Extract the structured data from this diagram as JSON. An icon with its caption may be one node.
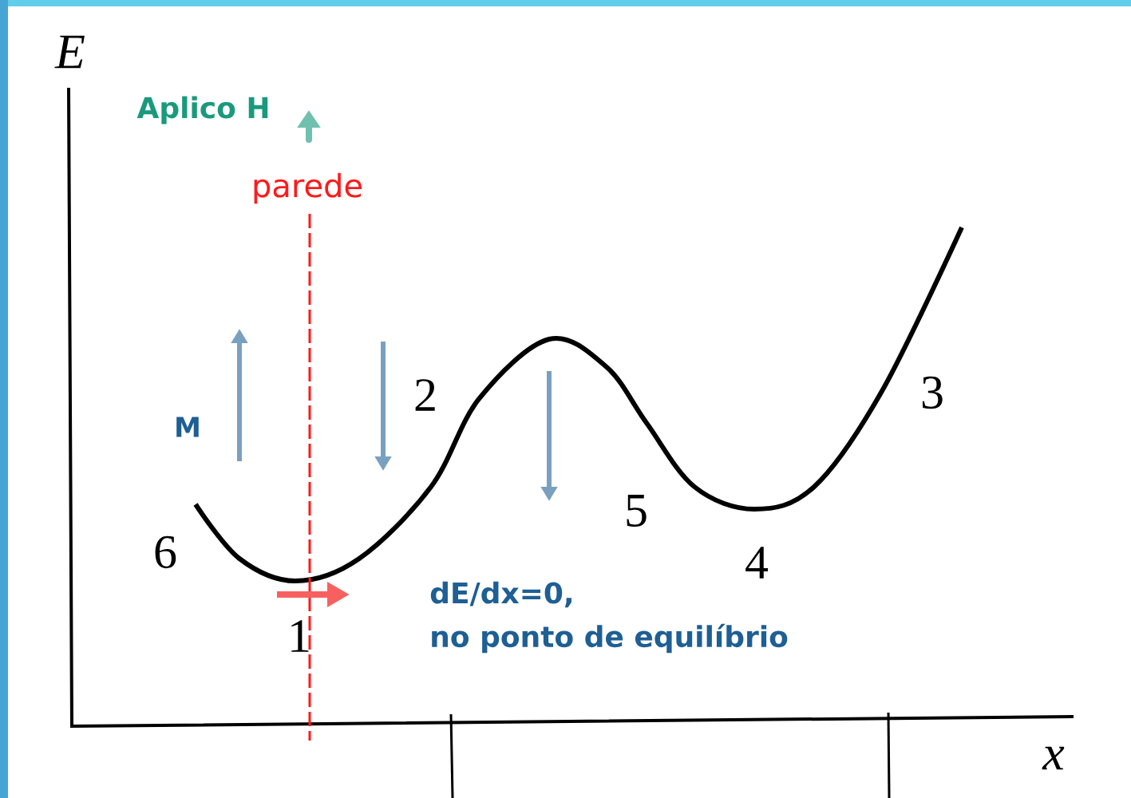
{
  "diagram": {
    "labels": [
      "E",
      "Aplico H",
      "parede",
      "2",
      "3",
      "M",
      "5",
      "6",
      "4",
      "dE/dx=0,",
      "no ponto de equilíbrio",
      "1",
      "x"
    ]
  }
}
